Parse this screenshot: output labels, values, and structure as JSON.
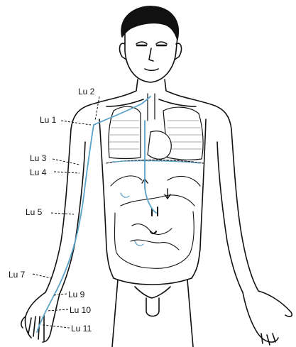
{
  "diagram": {
    "labels": [
      {
        "id": "lu2",
        "text": "Lu 2"
      },
      {
        "id": "lu1",
        "text": "Lu 1"
      },
      {
        "id": "lu3",
        "text": "Lu 3"
      },
      {
        "id": "lu4",
        "text": "Lu 4"
      },
      {
        "id": "lu5",
        "text": "Lu 5"
      },
      {
        "id": "lu7",
        "text": "Lu 7"
      },
      {
        "id": "lu9",
        "text": "Lu 9"
      },
      {
        "id": "lu10",
        "text": "Lu 10"
      },
      {
        "id": "lu11",
        "text": "Lu 11"
      }
    ],
    "colors": {
      "ink": "#111111",
      "meridian": "#5aa3c8",
      "background": "#ffffff"
    }
  }
}
